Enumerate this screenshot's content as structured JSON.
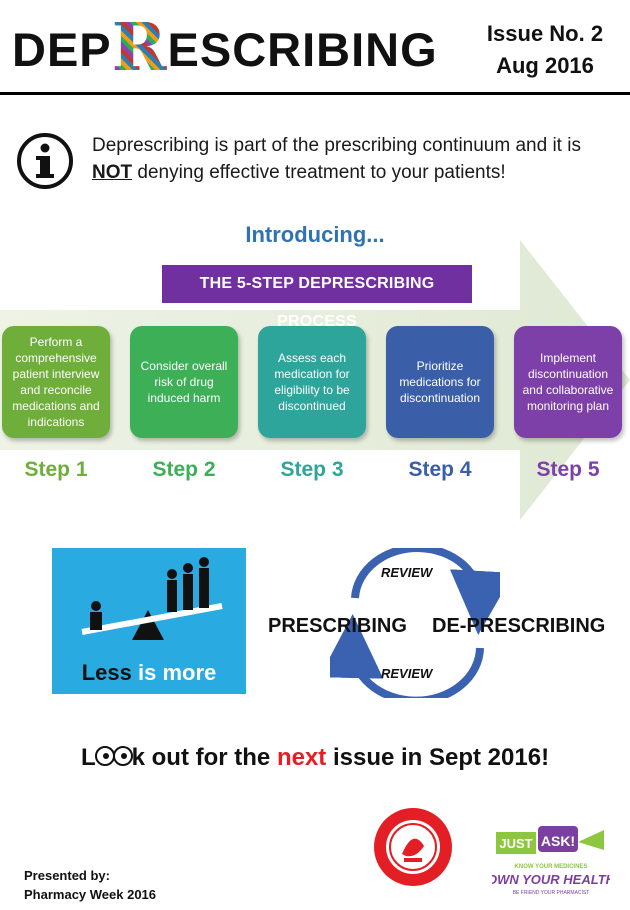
{
  "header": {
    "title_before": "DEP",
    "title_letter": "R",
    "title_after": "ESCRIBING",
    "issue": "Issue No. 2",
    "date": "Aug 2016"
  },
  "info": {
    "icon": "info-circle-icon",
    "text_part1": "Deprescribing is part of the prescribing continuum and it is ",
    "text_not": "NOT",
    "text_part2": " denying effective treatment to your patients!"
  },
  "process": {
    "introducing": "Introducing...",
    "banner": "THE 5-STEP DEPRESCRIBING PROCESS",
    "steps": [
      {
        "label": "Step 1",
        "text": "Perform a comprehensive patient interview and reconcile medications and indications",
        "color": "#6fae3a",
        "label_color": "#6fae3a"
      },
      {
        "label": "Step 2",
        "text": "Consider overall risk of drug induced harm",
        "color": "#3daf57",
        "label_color": "#3daf57"
      },
      {
        "label": "Step 3",
        "text": "Assess each medication for eligibility to be discontinued",
        "color": "#2ea59a",
        "label_color": "#2ea59a"
      },
      {
        "label": "Step 4",
        "text": "Prioritize medications for discontinuation",
        "color": "#3b5ea8",
        "label_color": "#3b5ea8"
      },
      {
        "label": "Step 5",
        "text": "Implement discontinuation and collaborative monitoring plan",
        "color": "#7d3fa8",
        "label_color": "#7d3fa8"
      }
    ]
  },
  "less_is_more": {
    "word1": "Less",
    "word2": "is",
    "word3": "more"
  },
  "cycle": {
    "left": "PRESCRIBING",
    "right": "DE-PRESCRIBING",
    "top": "REVIEW",
    "bottom": "REVIEW"
  },
  "lookout": {
    "part1": "L",
    "part2": "k out for the ",
    "next": "next",
    "part3": " issue in Sept 2016!"
  },
  "footer": {
    "presented_by": "Presented by:",
    "event": "Pharmacy Week 2016",
    "just": "JUST",
    "ask": "ASK!",
    "tagline": "KNOW YOUR MEDICINES",
    "own": "OWN YOUR HEALTH",
    "sub": "BE FRIEND YOUR PHARMACIST"
  }
}
